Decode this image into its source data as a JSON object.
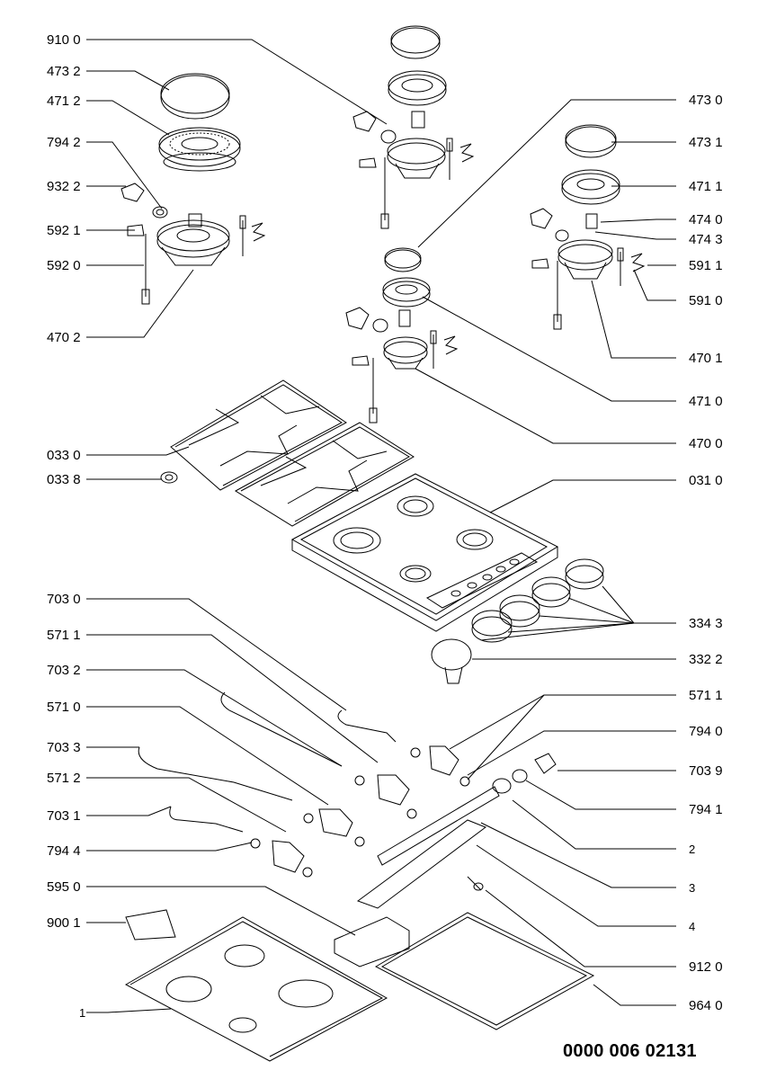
{
  "left_labels": [
    "910 0",
    "473 2",
    "471 2",
    "794 2",
    "932 2",
    "592 1",
    "592 0",
    "470 2",
    "033 0",
    "033 8",
    "703 0",
    "571 1",
    "703 2",
    "571 0",
    "703 3",
    "571 2",
    "703 1",
    "794 4",
    "595 0",
    "900 1",
    "1"
  ],
  "right_labels": [
    "473 0",
    "473 1",
    "471 1",
    "474 0",
    "474 3",
    "591 1",
    "591 0",
    "470 1",
    "471 0",
    "470 0",
    "031 0",
    "334 3",
    "332 2",
    "571 1",
    "794 0",
    "703 9",
    "794 1",
    "2",
    "3",
    "4",
    "912 0",
    "964 0"
  ],
  "document_number": "0000 006 02131"
}
